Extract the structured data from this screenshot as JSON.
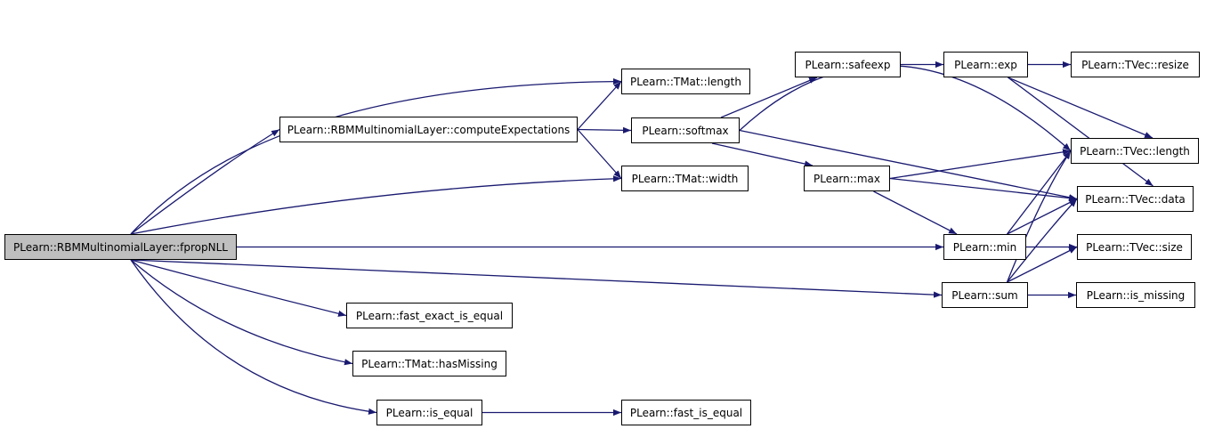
{
  "nodes": [
    {
      "id": "fpropNLL",
      "label": "PLearn::RBMMultinomialLayer::fpropNLL",
      "root": true
    },
    {
      "id": "computeExpectations",
      "label": "PLearn::RBMMultinomialLayer::computeExpectations"
    },
    {
      "id": "tmat_length",
      "label": "PLearn::TMat::length"
    },
    {
      "id": "tmat_width",
      "label": "PLearn::TMat::width"
    },
    {
      "id": "softmax",
      "label": "PLearn::softmax"
    },
    {
      "id": "safeexp",
      "label": "PLearn::safeexp"
    },
    {
      "id": "exp",
      "label": "PLearn::exp"
    },
    {
      "id": "tvec_resize",
      "label": "PLearn::TVec::resize"
    },
    {
      "id": "tvec_length",
      "label": "PLearn::TVec::length"
    },
    {
      "id": "max",
      "label": "PLearn::max"
    },
    {
      "id": "tvec_data",
      "label": "PLearn::TVec::data"
    },
    {
      "id": "min",
      "label": "PLearn::min"
    },
    {
      "id": "tvec_size",
      "label": "PLearn::TVec::size"
    },
    {
      "id": "sum",
      "label": "PLearn::sum"
    },
    {
      "id": "is_missing",
      "label": "PLearn::is_missing"
    },
    {
      "id": "fast_exact_is_equal",
      "label": "PLearn::fast_exact_is_equal"
    },
    {
      "id": "tmat_hasMissing",
      "label": "PLearn::TMat::hasMissing"
    },
    {
      "id": "is_equal",
      "label": "PLearn::is_equal"
    },
    {
      "id": "fast_is_equal",
      "label": "PLearn::fast_is_equal"
    }
  ],
  "edges": [
    [
      "fpropNLL",
      "tmat_length"
    ],
    [
      "fpropNLL",
      "computeExpectations"
    ],
    [
      "fpropNLL",
      "tmat_width"
    ],
    [
      "fpropNLL",
      "min"
    ],
    [
      "fpropNLL",
      "sum"
    ],
    [
      "fpropNLL",
      "fast_exact_is_equal"
    ],
    [
      "fpropNLL",
      "tmat_hasMissing"
    ],
    [
      "fpropNLL",
      "is_equal"
    ],
    [
      "computeExpectations",
      "tmat_length"
    ],
    [
      "computeExpectations",
      "softmax"
    ],
    [
      "computeExpectations",
      "tmat_width"
    ],
    [
      "softmax",
      "safeexp"
    ],
    [
      "softmax",
      "tvec_length"
    ],
    [
      "softmax",
      "max"
    ],
    [
      "softmax",
      "tvec_data"
    ],
    [
      "safeexp",
      "exp"
    ],
    [
      "exp",
      "tvec_resize"
    ],
    [
      "exp",
      "tvec_length"
    ],
    [
      "exp",
      "tvec_data"
    ],
    [
      "max",
      "tvec_length"
    ],
    [
      "max",
      "tvec_data"
    ],
    [
      "max",
      "min"
    ],
    [
      "min",
      "tvec_length"
    ],
    [
      "min",
      "tvec_data"
    ],
    [
      "min",
      "tvec_size"
    ],
    [
      "sum",
      "tvec_length"
    ],
    [
      "sum",
      "tvec_data"
    ],
    [
      "sum",
      "tvec_size"
    ],
    [
      "sum",
      "is_missing"
    ],
    [
      "is_equal",
      "fast_is_equal"
    ]
  ],
  "colors": {
    "edge": "#191970",
    "node_border": "#000000",
    "root_fill": "#bfbfbf",
    "node_fill": "#ffffff"
  }
}
